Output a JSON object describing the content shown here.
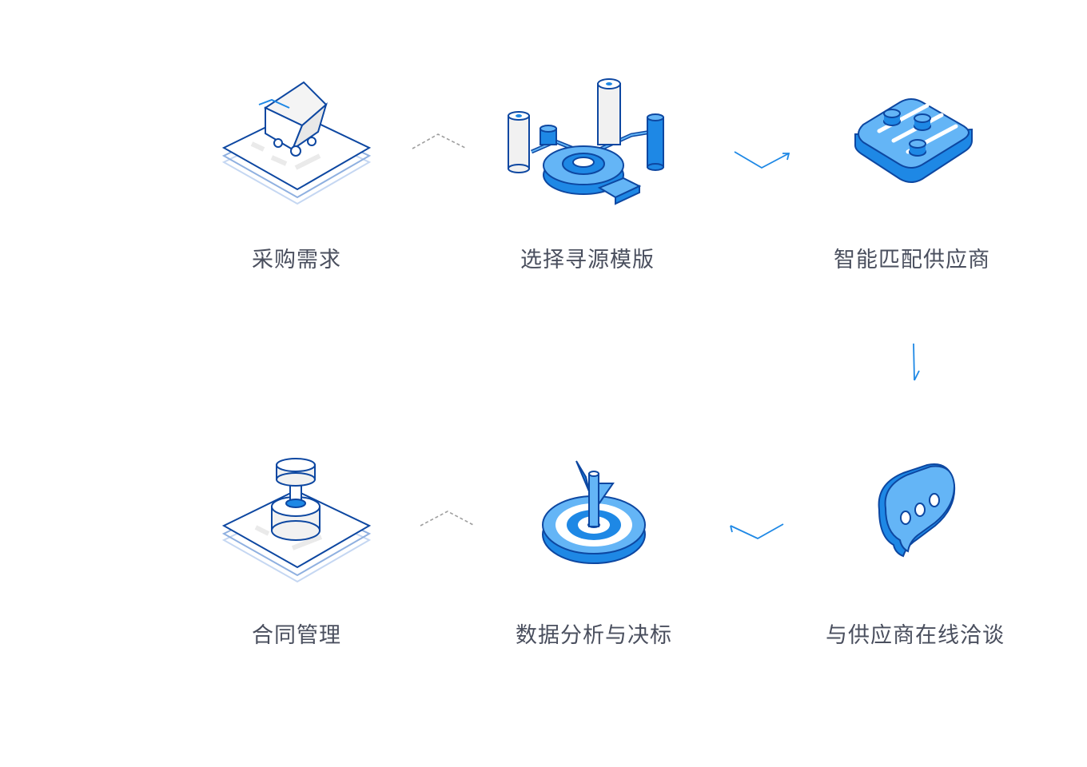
{
  "steps": [
    {
      "label": "采购需求",
      "icon": "shopping-cart-icon"
    },
    {
      "label": "选择寻源模版",
      "icon": "magnifier-template-icon"
    },
    {
      "label": "智能匹配供应商",
      "icon": "slider-controls-icon"
    },
    {
      "label": "与供应商在线洽谈",
      "icon": "chat-bubble-icon"
    },
    {
      "label": "数据分析与决标",
      "icon": "target-flag-icon"
    },
    {
      "label": "合同管理",
      "icon": "stamp-icon"
    }
  ],
  "colors": {
    "primary": "#1e88e5",
    "dark": "#0d47a1",
    "light": "#64b5f6",
    "pale": "#e3f2fd",
    "dashed": "#9e9e9e",
    "text": "#4a4f5e"
  }
}
